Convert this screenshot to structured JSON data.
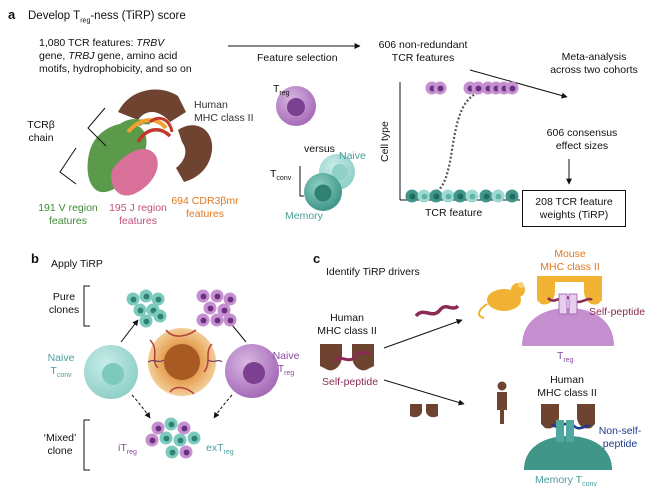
{
  "panel_a": {
    "label": "a",
    "title": "Develop T",
    "title_sub": "reg",
    "title_rest": "-ness (TiRP) score",
    "features_line1": "1,080 TCR features: ",
    "features_line1_italic": "TRBV",
    "features_line2_italic": "gene, ",
    "features_line2_rest_italic": "TRBJ",
    "features_line2_rest": " gene, amino acid",
    "features_line3": "motifs, hydrophobicity, and so on",
    "feature_selection": "Feature selection",
    "nonredundant_line1": "606 non-redundant",
    "nonredundant_line2": "TCR features",
    "meta_line1": "Meta-analysis",
    "meta_line2": "across two cohorts",
    "consensus_line1": "606 consensus",
    "consensus_line2": "effect sizes",
    "weights_line1": "208 TCR feature",
    "weights_line2": "weights (TiRP)",
    "human_mhc_line1": "Human",
    "human_mhc_line2": "MHC class II",
    "tcrb_line1": "TCRβ",
    "tcrb_line2": "chain",
    "v_region_line1": "191 V region",
    "v_region_line2": "features",
    "j_region_line1": "195 J region",
    "j_region_line2": "features",
    "cdr3_line1": "694 CDR3βmr",
    "cdr3_line2": "features",
    "treg": "T",
    "treg_sub": "reg",
    "versus": "versus",
    "tconv": "T",
    "tconv_sub": "conv",
    "naive": "Naive",
    "memory": "Memory",
    "y_axis": "Cell type",
    "x_axis": "TCR feature"
  },
  "panel_b": {
    "label": "b",
    "title": "Apply TiRP",
    "pure_line1": "Pure",
    "pure_line2": "clones",
    "naive_tconv": "Naive",
    "naive_tconv_t": "T",
    "naive_tconv_sub": "conv",
    "naive_treg": "Naive",
    "naive_treg_t": "T",
    "naive_treg_sub": "reg",
    "mixed_line1": "‘Mixed’",
    "mixed_line2": "clone",
    "itreg": "iT",
    "itreg_sub": "reg",
    "extreg": "exT",
    "extreg_sub": "reg"
  },
  "panel_c": {
    "label": "c",
    "title": "Identify TiRP drivers",
    "human_line1": "Human",
    "human_line2": "MHC class II",
    "self_peptide": "Self-peptide",
    "mouse_line1": "Mouse",
    "mouse_line2": "MHC class II",
    "self_peptide_right": "Self-peptide",
    "treg": "T",
    "treg_sub": "reg",
    "human_right_line1": "Human",
    "human_right_line2": "MHC class II",
    "non_self_line1": "Non-self-",
    "non_self_line2": "peptide",
    "memory_tconv": "Memory T",
    "memory_tconv_sub": "conv"
  },
  "colors": {
    "treg": "#9b5aae",
    "tconv": "#4fa89f",
    "mhc_brown": "#6e4330",
    "v_green": "#5a9a4a",
    "j_pink": "#d8709a",
    "cdr3_orange": "#f0a030",
    "peptide": "#8a2a55",
    "mouse_yellow": "#f2b234",
    "non_self_blue": "#1e3a8a"
  }
}
